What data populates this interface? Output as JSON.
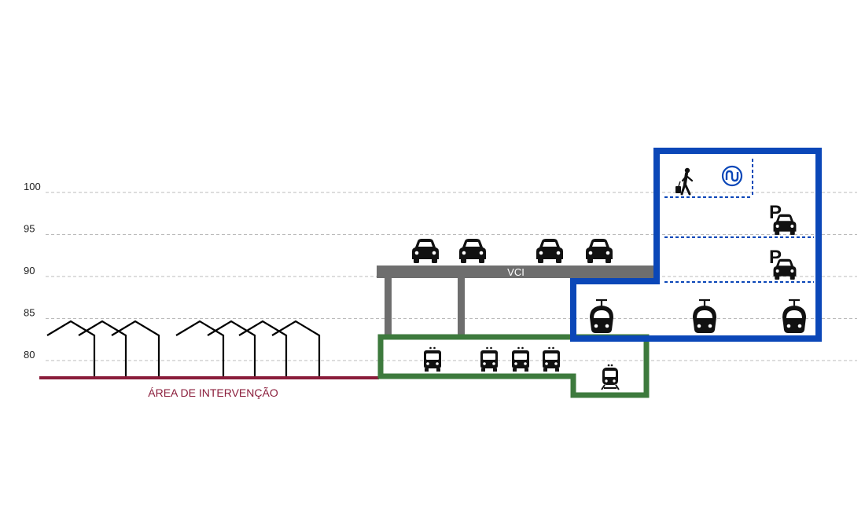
{
  "diagram": {
    "levels": [
      {
        "value": 100,
        "label": "100"
      },
      {
        "value": 95,
        "label": "95"
      },
      {
        "value": 90,
        "label": "90"
      },
      {
        "value": 85,
        "label": "85"
      },
      {
        "value": 80,
        "label": "80"
      }
    ],
    "road_label": "VCI",
    "area_label": "ÁREA DE INTERVENÇÃO",
    "colors": {
      "grid": "#bbbbbb",
      "area": "#8a1c3a",
      "road": "#6e6e6e",
      "tunnel": "#3d7a3d",
      "station": "#0b47b8",
      "icons": "#111111",
      "houses": "#000000"
    },
    "icons": {
      "car": "car-icon",
      "bus": "bus-icon",
      "tram": "tram-icon",
      "parking": "parking-icon",
      "pedestrian": "pedestrian-icon",
      "metro": "metro-logo-icon"
    }
  }
}
